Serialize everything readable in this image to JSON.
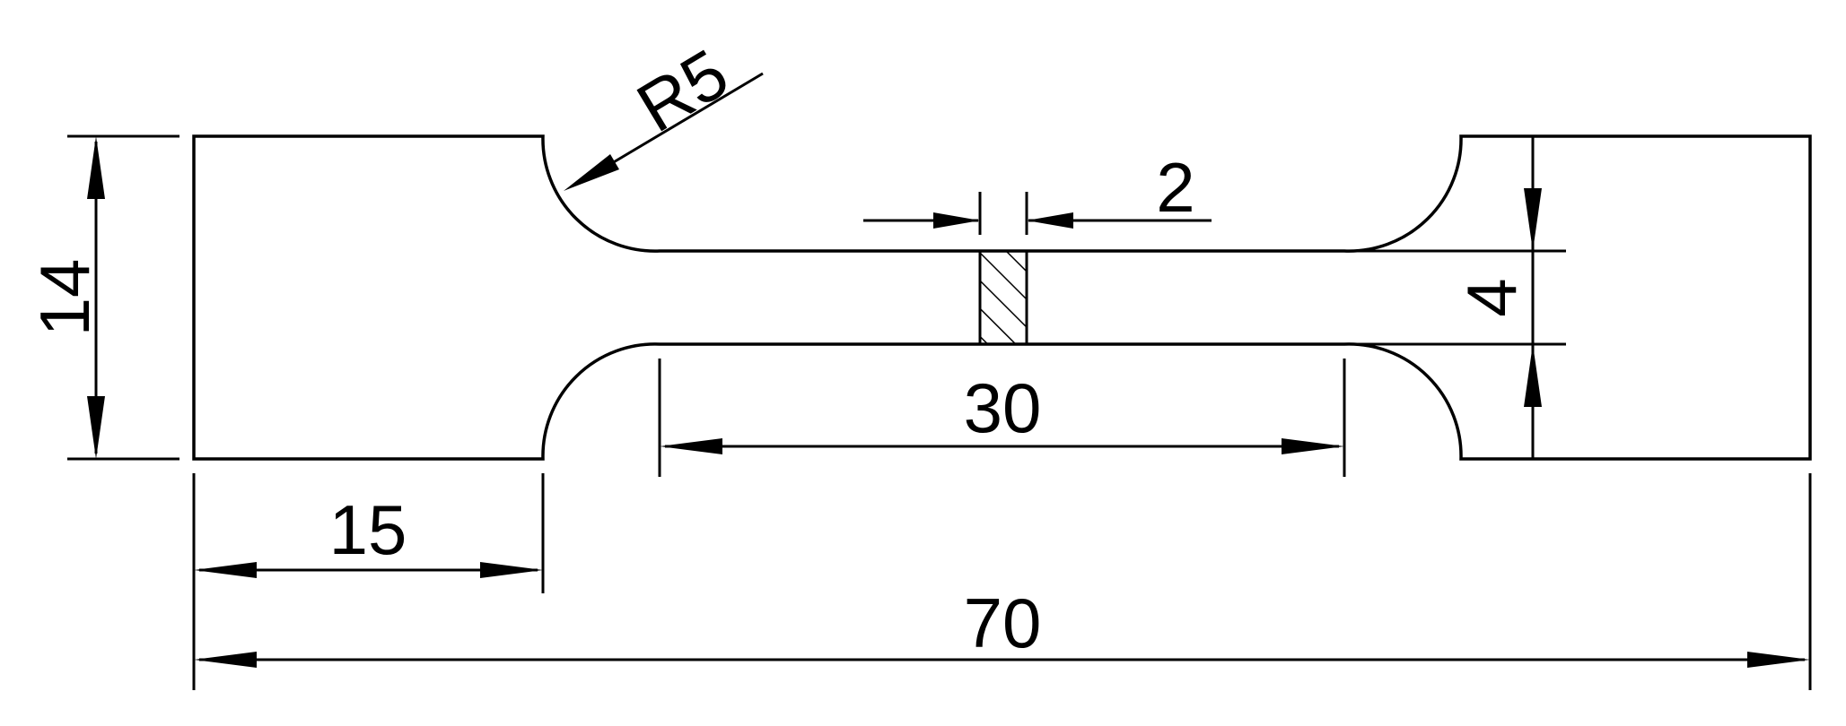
{
  "diagram": {
    "type": "technical-drawing",
    "subject": "tensile specimen",
    "colors": {
      "line": "#000000",
      "background": "#ffffff"
    },
    "dimensions": {
      "overall_length": "70",
      "grip_length": "15",
      "gauge_length": "30",
      "grip_width": "14",
      "gauge_width": "4",
      "fillet_radius": "R5",
      "hatched_section_width": "2"
    }
  }
}
